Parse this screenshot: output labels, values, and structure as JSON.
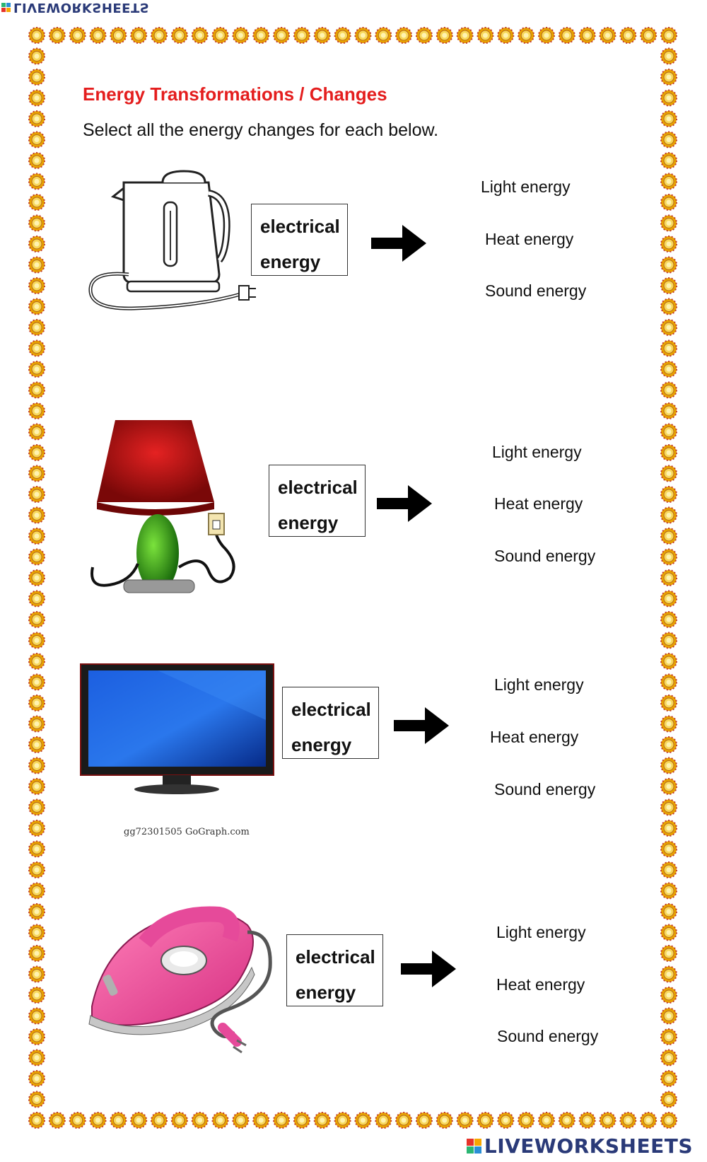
{
  "brand": {
    "name": "LIVEWORKSHEETS",
    "colors": [
      "#e6332a",
      "#f7a600",
      "#2bb673",
      "#2a8fd6"
    ]
  },
  "worksheet": {
    "title": "Energy Transformations / Changes",
    "instruction": "Select all the energy changes for each below."
  },
  "items": [
    {
      "object": "kettle",
      "input_line1": "electrical",
      "input_line2": "energy",
      "options": [
        "Light energy",
        "Heat energy",
        "Sound energy"
      ]
    },
    {
      "object": "lamp",
      "input_line1": "electrical",
      "input_line2": "energy",
      "options": [
        "Light energy",
        "Heat energy",
        "Sound energy"
      ]
    },
    {
      "object": "television",
      "input_line1": "electrical",
      "input_line2": "energy",
      "options": [
        "Light energy",
        "Heat energy",
        "Sound energy"
      ],
      "credit": "gg72301505 GoGraph.com"
    },
    {
      "object": "iron",
      "input_line1": "electrical",
      "input_line2": "energy",
      "options": [
        "Light energy",
        "Heat energy",
        "Sound energy"
      ]
    }
  ],
  "icons": {
    "arrow": "right-arrow-icon",
    "border": "sun-border"
  }
}
